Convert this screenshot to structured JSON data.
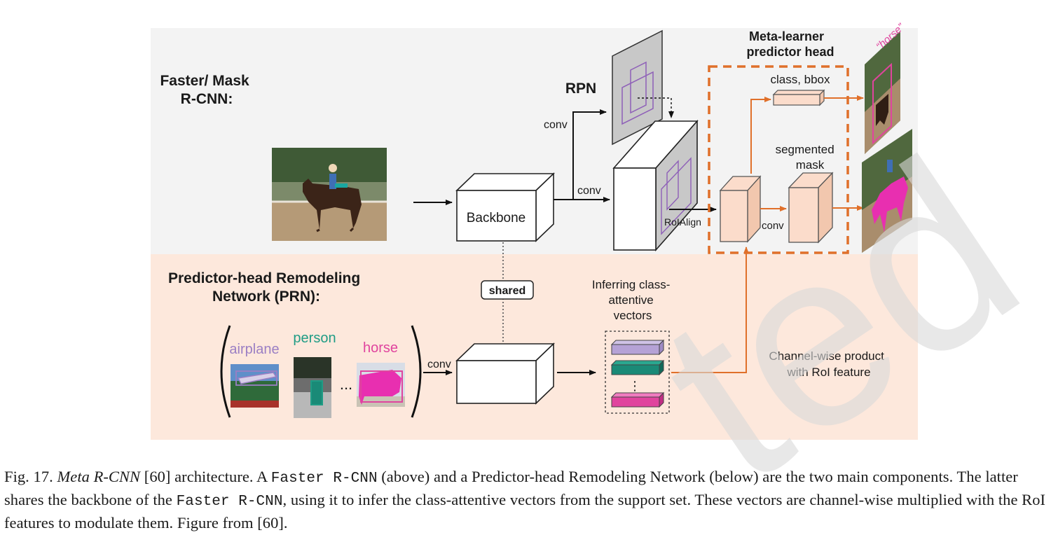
{
  "diagram": {
    "top_section_title": [
      "Faster/ Mask",
      "R-CNN:"
    ],
    "bottom_section_title": [
      "Predictor-head Remodeling",
      "Network (PRN):"
    ],
    "backbone_label": "Backbone",
    "rpn_label": "RPN",
    "conv_label": "conv",
    "roialign_label": "RoIAlign",
    "meta_head_title": [
      "Meta-learner",
      "predictor head"
    ],
    "class_bbox_label": "class, bbox",
    "segmented_mask_label": [
      "segmented",
      "mask"
    ],
    "shared_label": "shared",
    "support_classes": [
      {
        "name": "airplane",
        "color": "#9b7fc4"
      },
      {
        "name": "person",
        "color": "#1f9c85"
      },
      {
        "name": "horse",
        "color": "#e0449e"
      }
    ],
    "ellipsis": "...",
    "vertical_ellipsis": "⋮",
    "inferring_label": [
      "Inferring class-",
      "attentive",
      "vectors"
    ],
    "channel_product_label": [
      "Channel-wise product",
      "with RoI feature"
    ],
    "horse_quote": "“horse”",
    "colors": {
      "top_bg": "#f3f3f3",
      "bottom_bg": "#fde8dc",
      "accent_orange": "#e0702a",
      "roi_cube": "#fbdccb",
      "vector_purple": "#b5a2d6",
      "vector_teal": "#1a8a77",
      "vector_pink": "#e0449e",
      "rpn_box": "#8e5fb8"
    },
    "icons": {
      "horse-photo": "horse rider photo",
      "airplane-photo": "airplane support image",
      "person-photo": "person support image",
      "horse-support-photo": "horse support image"
    }
  },
  "caption": {
    "fig_label": "Fig. 17.",
    "meta_rcnn": "Meta R-CNN",
    "part1": " [60] architecture. A ",
    "faster_rcnn": "Faster R-CNN",
    "part2": " (above) and a Predictor-head Remodeling Network (below) are the two main components. The latter shares the backbone of the ",
    "faster_rcnn2": "Faster R-CNN",
    "part3": ", using it to infer the class-attentive vectors from the support set. These vectors are channel-wise multiplied with the RoI features to modulate them. Figure from [60]."
  },
  "watermark": "ted"
}
